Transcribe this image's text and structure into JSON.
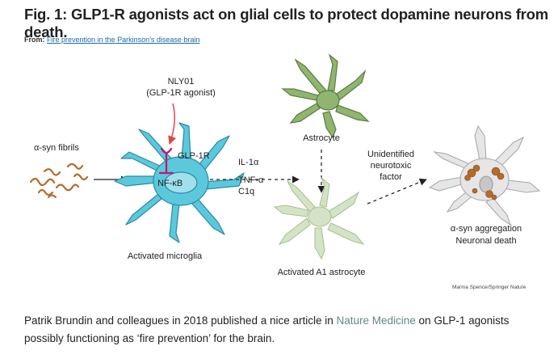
{
  "figure": {
    "title": "Fig. 1: GLP1-R agonists act on glial cells to protect dopamine neurons from death.",
    "from_label": "From:",
    "from_link": "Fire prevention in the Parkinson’s disease brain",
    "credit": "Marina Spence/Springer Nature"
  },
  "labels": {
    "nly01": "NLY01",
    "agonist": "(GLP-1R agonist)",
    "syn_fibrils": "α-syn fibrils",
    "glp1r": "GLP-1R",
    "nfkb": "NF-κB",
    "microglia": "Activated microglia",
    "il1": "IL-1α",
    "tnf": "TNF-α",
    "c1q": "C1q",
    "astrocyte": "Astrocyte",
    "a1_astrocyte": "Activated A1 astrocyte",
    "factor_line1": "Unidentified",
    "factor_line2": "neurotoxic",
    "factor_line3": "factor",
    "aggregation": "α-syn aggregation",
    "death": "Neuronal death"
  },
  "caption": {
    "before": "Patrik Brundin and colleagues in 2018 published a nice article in ",
    "link": "Nature Medicine",
    "after": " on GLP-1 agonists possibly functioning as ‘fire prevention’ for the brain."
  },
  "colors": {
    "microglia": "#5cc8dc",
    "microglia_dark": "#2a8aa4",
    "astrocyte": "#8fb56e",
    "astrocyte_light": "#d4e3c6",
    "fibril": "#b56b2c",
    "inhibitor": "#c2186b",
    "arrow_red": "#e0454a",
    "neuron": "#e6e6e6",
    "link": "#1a6aa6",
    "caption_link": "#5e8a86"
  }
}
